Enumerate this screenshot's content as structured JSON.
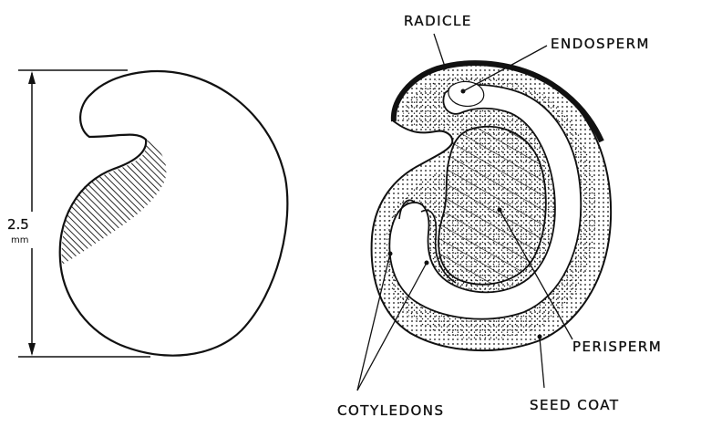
{
  "figure": {
    "dimension": {
      "value": "2.5",
      "unit": "mm"
    },
    "labels": {
      "radicle": "RADICLE",
      "endosperm": "ENDOSPERM",
      "perisperm": "PERISPERM",
      "cotyledons": "COTYLEDONS",
      "seed_coat": "SEED COAT"
    },
    "colors": {
      "ink": "#111111",
      "paper": "#ffffff"
    }
  }
}
